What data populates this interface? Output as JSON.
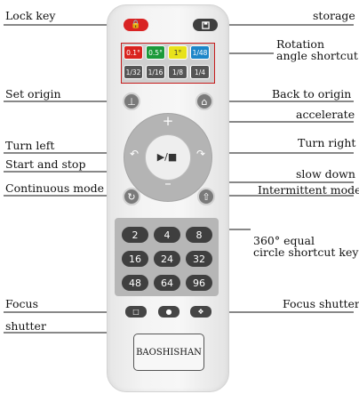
{
  "labels": {
    "lock_key": "Lock key",
    "storage": "storage",
    "rotation_line1": "Rotation",
    "rotation_line2": "angle shortcut",
    "set_origin": "Set origin",
    "back_to_origin": "Back to origin",
    "accelerate": "accelerate",
    "turn_left": "Turn left",
    "turn_right": "Turn right",
    "start_and_stop": "Start and stop",
    "slow_down": "slow down",
    "continuous_mode": "Continuous mode",
    "intermittent_mode": "Intermittent mode",
    "circle_line1": "360° equal",
    "circle_line2": "circle shortcut key",
    "focus": "Focus",
    "focus_shutter": "Focus shutter",
    "shutter": "shutter"
  },
  "rotation_angles": [
    {
      "label": "0.1°",
      "color": "#d9231f"
    },
    {
      "label": "0.5°",
      "color": "#1c9a3a"
    },
    {
      "label": "1°",
      "color": "#e8e21a"
    },
    {
      "label": "1/48",
      "color": "#1d86c8"
    },
    {
      "label": "1/32",
      "color": "#555555"
    },
    {
      "label": "1/16",
      "color": "#555555"
    },
    {
      "label": "1/8",
      "color": "#555555"
    },
    {
      "label": "1/4",
      "color": "#555555"
    }
  ],
  "circle_keys": [
    "2",
    "4",
    "8",
    "16",
    "24",
    "32",
    "48",
    "64",
    "96"
  ],
  "brand": "BAOSHISHAN",
  "colors": {
    "lock": "#d92323",
    "accent_box": "#c61c1c",
    "button_dark": "#3f3f3f"
  },
  "icons": {
    "lock": "lock-icon",
    "storage": "save-icon",
    "set_origin": "target-icon",
    "back_to_origin": "home-origin-icon",
    "accelerate": "plus-icon",
    "slow_down": "minus-icon",
    "turn_left": "arrow-left-icon",
    "turn_right": "arrow-right-icon",
    "start_stop": "play-stop-icon",
    "continuous": "loop-icon",
    "intermittent": "step-icon",
    "focus": "focus-icon",
    "shutter": "camera-icon",
    "focus_shutter": "focus-camera-icon"
  }
}
